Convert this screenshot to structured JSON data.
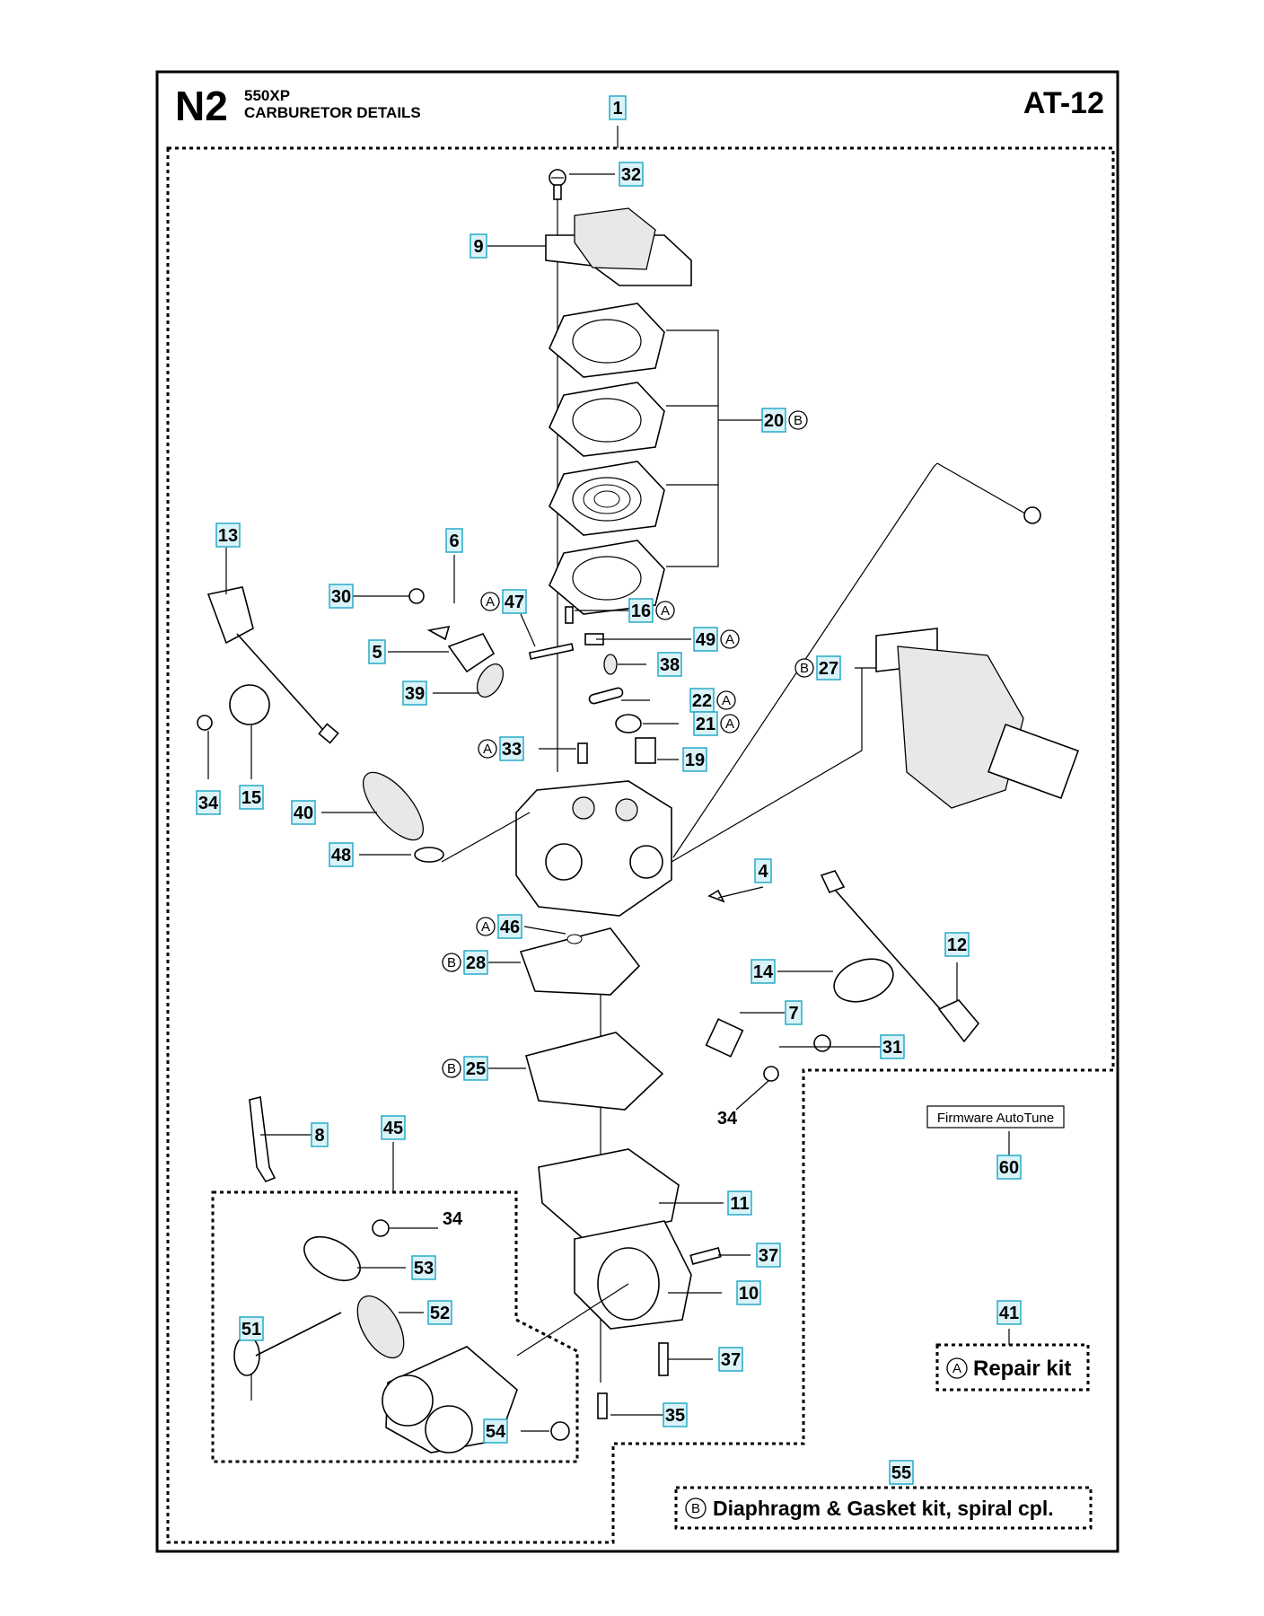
{
  "header": {
    "section_code": "N2",
    "model": "550XP",
    "title": "CARBURETOR DETAILS",
    "page_code": "AT-12"
  },
  "callouts": [
    {
      "num": "1"
    },
    {
      "num": "32"
    },
    {
      "num": "9"
    },
    {
      "num": "20",
      "kit": "B"
    },
    {
      "num": "13"
    },
    {
      "num": "6"
    },
    {
      "num": "30"
    },
    {
      "num": "47",
      "kit": "A",
      "kit_side": "left"
    },
    {
      "num": "16",
      "kit": "A"
    },
    {
      "num": "49",
      "kit": "A"
    },
    {
      "num": "5"
    },
    {
      "num": "38"
    },
    {
      "num": "39"
    },
    {
      "num": "22",
      "kit": "A"
    },
    {
      "num": "27",
      "kit": "B",
      "kit_side": "left"
    },
    {
      "num": "21",
      "kit": "A"
    },
    {
      "num": "33",
      "kit": "A",
      "kit_side": "left"
    },
    {
      "num": "19"
    },
    {
      "num": "34"
    },
    {
      "num": "15"
    },
    {
      "num": "40"
    },
    {
      "num": "48"
    },
    {
      "num": "4"
    },
    {
      "num": "46",
      "kit": "A",
      "kit_side": "left"
    },
    {
      "num": "12"
    },
    {
      "num": "28",
      "kit": "B",
      "kit_side": "left"
    },
    {
      "num": "14"
    },
    {
      "num": "7"
    },
    {
      "num": "31"
    },
    {
      "num": "25",
      "kit": "B",
      "kit_side": "left"
    },
    {
      "num": "8"
    },
    {
      "num": "45"
    },
    {
      "num": "60"
    },
    {
      "num": "11"
    },
    {
      "num": "53"
    },
    {
      "num": "37"
    },
    {
      "num": "10"
    },
    {
      "num": "52"
    },
    {
      "num": "51"
    },
    {
      "num": "41"
    },
    {
      "num": "37"
    },
    {
      "num": "35"
    },
    {
      "num": "54"
    },
    {
      "num": "55"
    }
  ],
  "plain_labels": [
    "34",
    "34"
  ],
  "firmware_label": "Firmware AutoTune",
  "legend": {
    "repair_kit": {
      "symbol": "A",
      "text": "Repair kit"
    },
    "gasket_kit": {
      "symbol": "B",
      "text": "Diaphragm & Gasket kit, spiral cpl."
    }
  },
  "colors": {
    "callout_fill": "#d9f3f8",
    "callout_border": "#1aa5c4",
    "line": "#000000"
  }
}
